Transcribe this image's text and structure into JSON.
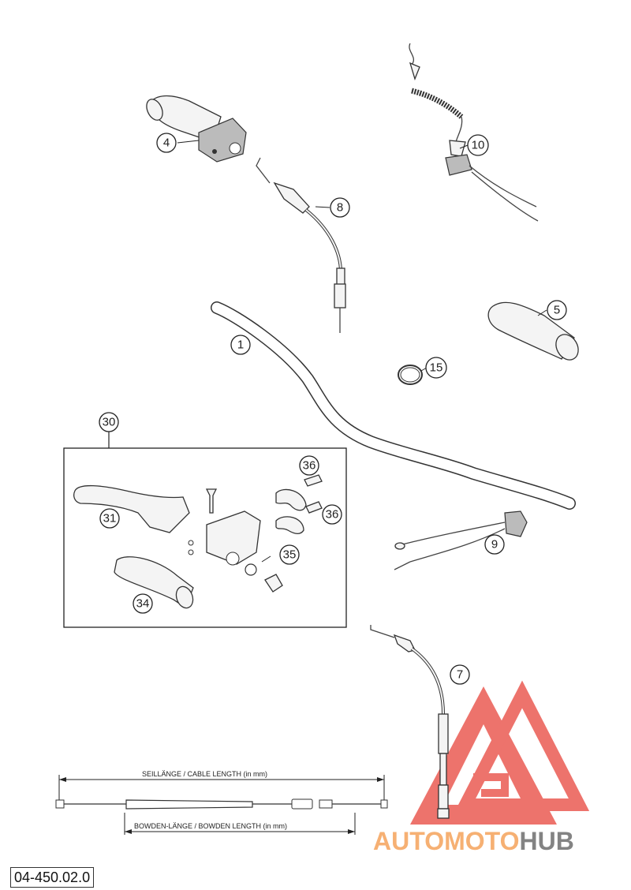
{
  "diagram": {
    "callouts": {
      "c1": "1",
      "c4": "4",
      "c5": "5",
      "c7": "7",
      "c8": "8",
      "c9": "9",
      "c10": "10",
      "c15": "15",
      "c30": "30",
      "c31": "31",
      "c34": "34",
      "c35": "35",
      "c36a": "36",
      "c36b": "36"
    },
    "cable_length_label": "SEILLÄNGE / CABLE LENGTH   (in mm)",
    "bowden_length_label": "BOWDEN-LÄNGE / BOWDEN LENGTH   (in mm)",
    "drawing_code": "04-450.02.0",
    "watermark": {
      "text_part1": "AUTOMOTO",
      "text_part2": "HUB",
      "color_part1": "#f5a25a",
      "color_part2": "#6d6d6d",
      "triangle_color": "#e8453c"
    }
  }
}
